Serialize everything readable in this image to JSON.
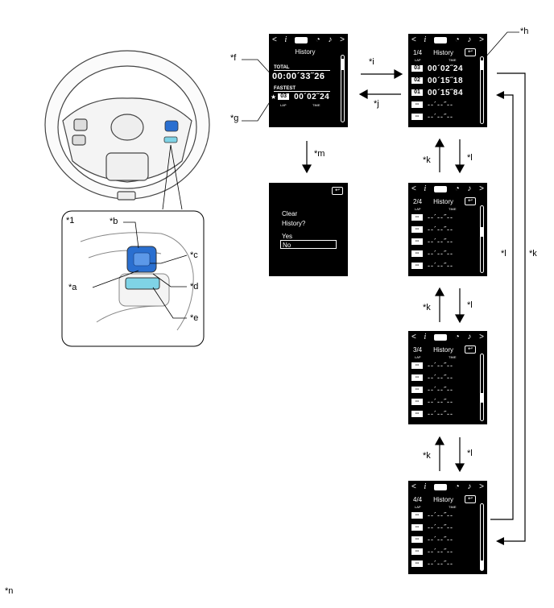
{
  "labels": {
    "f": "*f",
    "g": "*g",
    "h": "*h",
    "i": "*i",
    "j": "*j",
    "k1": "*k",
    "l1": "*l",
    "k2": "*k",
    "l2": "*l",
    "k3": "*k",
    "l3": "*l",
    "m": "*m",
    "l_right": "*l",
    "k_right": "*k",
    "one": "*1",
    "a": "*a",
    "b": "*b",
    "c": "*c",
    "d": "*d",
    "e": "*e",
    "n": "*n"
  },
  "nav_icons": [
    "<",
    "i",
    "",
    "◔",
    "♪",
    ">"
  ],
  "screen_summary": {
    "title": "History",
    "total_label": "TOTAL",
    "total_time": "00:00´33˝26",
    "fastest_label": "FASTEST",
    "fastest_lap": "03",
    "fastest_time": "00´02˝24",
    "star": "★",
    "lap_col": "LAP",
    "time_col": "TIME"
  },
  "screen_clear": {
    "back": "↩",
    "line1": "Clear",
    "line2": "History?",
    "yes": "Yes",
    "no": "No"
  },
  "pages": [
    {
      "page": "1/4",
      "title": "History",
      "back": "↩",
      "lap_col": "LAP",
      "time_col": "TIME",
      "rows": [
        {
          "lap": "03",
          "time": "00´02˝24"
        },
        {
          "lap": "02",
          "time": "00´15˝18"
        },
        {
          "lap": "01",
          "time": "00´15˝84"
        },
        {
          "lap": "--",
          "time": "--´--˝--"
        },
        {
          "lap": "--",
          "time": "--´--˝--"
        }
      ]
    },
    {
      "page": "2/4",
      "title": "History",
      "back": "↩",
      "lap_col": "LAP",
      "time_col": "TIME",
      "rows": [
        {
          "lap": "--",
          "time": "--´--˝--"
        },
        {
          "lap": "--",
          "time": "--´--˝--"
        },
        {
          "lap": "--",
          "time": "--´--˝--"
        },
        {
          "lap": "--",
          "time": "--´--˝--"
        },
        {
          "lap": "--",
          "time": "--´--˝--"
        }
      ]
    },
    {
      "page": "3/4",
      "title": "History",
      "back": "↩",
      "lap_col": "LAP",
      "time_col": "TIME",
      "rows": [
        {
          "lap": "--",
          "time": "--´--˝--"
        },
        {
          "lap": "--",
          "time": "--´--˝--"
        },
        {
          "lap": "--",
          "time": "--´--˝--"
        },
        {
          "lap": "--",
          "time": "--´--˝--"
        },
        {
          "lap": "--",
          "time": "--´--˝--"
        }
      ]
    },
    {
      "page": "4/4",
      "title": "History",
      "back": "↩",
      "lap_col": "LAP",
      "time_col": "TIME",
      "rows": [
        {
          "lap": "--",
          "time": "--´--˝--"
        },
        {
          "lap": "--",
          "time": "--´--˝--"
        },
        {
          "lap": "--",
          "time": "--´--˝--"
        },
        {
          "lap": "--",
          "time": "--´--˝--"
        },
        {
          "lap": "--",
          "time": "--´--˝--"
        }
      ]
    }
  ],
  "colors": {
    "button_blue": "#2a6fd0",
    "button_cyan": "#7fd3e6",
    "wheel_line": "#444444"
  }
}
